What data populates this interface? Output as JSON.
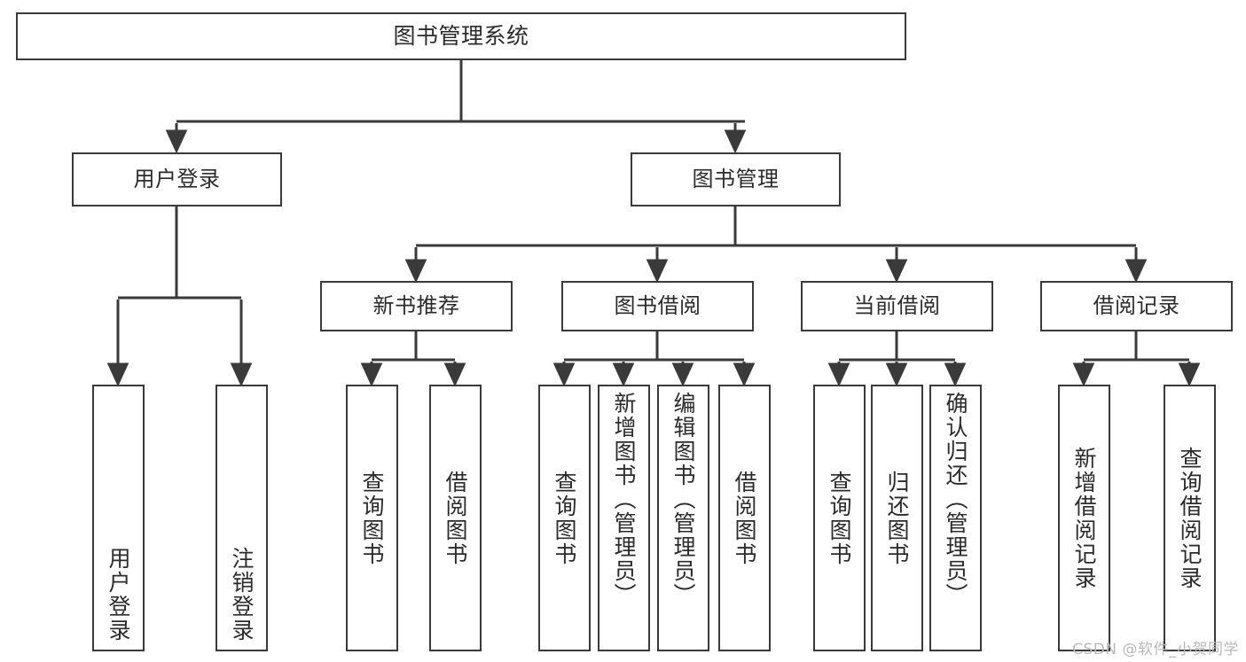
{
  "diagram": {
    "title": "图书管理系统",
    "type": "tree-structure-chart",
    "stroke_color": "#3a3a3a",
    "fill_color": "#ffffff",
    "text_color": "#2b2b2b"
  },
  "nodes": {
    "root": {
      "label": "图书管理系统"
    },
    "level2": [
      {
        "id": "user-login",
        "label": "用户登录"
      },
      {
        "id": "book-manage",
        "label": "图书管理"
      }
    ],
    "level3": [
      {
        "id": "new-book-recommend",
        "label": "新书推荐"
      },
      {
        "id": "book-borrow",
        "label": "图书借阅"
      },
      {
        "id": "current-borrow",
        "label": "当前借阅"
      },
      {
        "id": "borrow-record",
        "label": "借阅记录"
      }
    ],
    "leaves": {
      "user_login": [
        {
          "id": "leaf-user-login",
          "label": "用户登录"
        },
        {
          "id": "leaf-logout-login",
          "label": "注销登录"
        }
      ],
      "new_book_recommend": [
        {
          "id": "leaf-query-book-1",
          "label": "查询图书"
        },
        {
          "id": "leaf-borrow-book-1",
          "label": "借阅图书"
        }
      ],
      "book_borrow": [
        {
          "id": "leaf-query-book-2",
          "label": "查询图书"
        },
        {
          "id": "leaf-add-book",
          "label": "新增图书（管理员）"
        },
        {
          "id": "leaf-edit-book",
          "label": "编辑图书（管理员）"
        },
        {
          "id": "leaf-borrow-book-2",
          "label": "借阅图书"
        }
      ],
      "current_borrow": [
        {
          "id": "leaf-query-book-3",
          "label": "查询图书"
        },
        {
          "id": "leaf-return-book",
          "label": "归还图书"
        },
        {
          "id": "leaf-confirm-return",
          "label": "确认归还（管理员）"
        }
      ],
      "borrow_record": [
        {
          "id": "leaf-add-record",
          "label": "新增借阅记录"
        },
        {
          "id": "leaf-query-record",
          "label": "查询借阅记录"
        }
      ]
    }
  },
  "watermark": {
    "text": "CSDN @软件_小贺同学"
  }
}
